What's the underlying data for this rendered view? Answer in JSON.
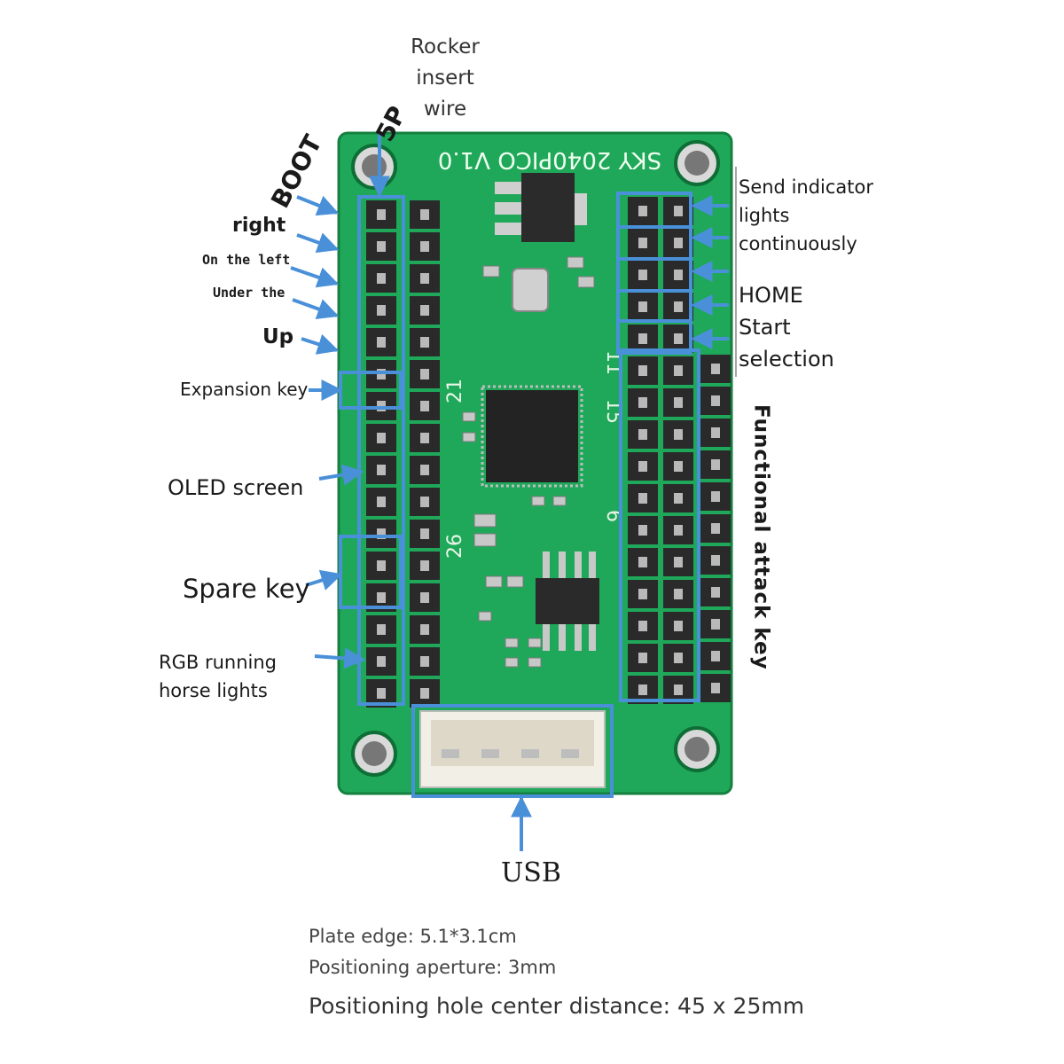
{
  "board": {
    "silkscreen": "SKY 2040PICO V1.0",
    "chip_text": "",
    "pin_number_labels": [
      "21",
      "26",
      "11",
      "15",
      "6"
    ],
    "connector_name": "USB"
  },
  "labels": {
    "rocker": "Rocker insert wire",
    "boot": "BOOT",
    "five_p": "5P",
    "right": "right",
    "on_the_left": "On the left",
    "under_the": "Under the",
    "up": "Up",
    "expansion_key": "Expansion key",
    "oled_screen": "OLED screen",
    "spare_key": "Spare key",
    "rgb_lights": "RGB running horse lights",
    "send_indicator": "Send indicator lights continuously",
    "home_start": "HOME Start selection",
    "functional_attack": "Functional attack key",
    "usb": "USB"
  },
  "specs": {
    "plate_edge": "Plate edge: 5.1*3.1cm",
    "aperture": "Positioning aperture: 3mm",
    "hole_distance": "Positioning hole center distance: 45 x 25mm"
  },
  "colors": {
    "pcb": "#1fa85a",
    "pcb_dark": "#168a48",
    "annotation": "#4a90d9",
    "header": "#2a2a2a",
    "pin": "#b9b9b9"
  }
}
